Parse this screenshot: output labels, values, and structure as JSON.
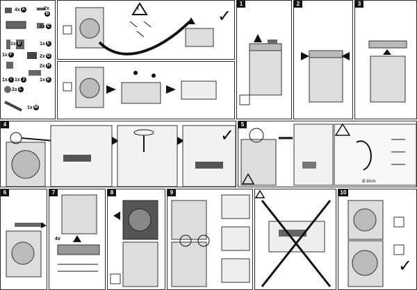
{
  "parts": [
    {
      "qty": "4x",
      "code": "A"
    },
    {
      "qty": "2x",
      "code": "B"
    },
    {
      "qty": "1x",
      "code": "C"
    },
    {
      "qty": "1x",
      "code": "D"
    },
    {
      "qty": "1x",
      "code": "E"
    },
    {
      "qty": "1x",
      "code": "F"
    },
    {
      "qty": "2x",
      "code": "G"
    },
    {
      "qty": "2x",
      "code": "H"
    },
    {
      "qty": "1x",
      "code": "I"
    },
    {
      "qty": "1x",
      "code": "J"
    },
    {
      "qty": "1x",
      "code": "K"
    },
    {
      "qty": "2x",
      "code": "L"
    },
    {
      "qty": "1x",
      "code": "M"
    }
  ],
  "steps": [
    "1",
    "2",
    "3",
    "4",
    "5",
    "6",
    "7",
    "8",
    "9",
    "10"
  ],
  "warning_glyph": "!",
  "check_glyph": "✓",
  "measurement": "Ø 8mm",
  "qty_4x": "4x",
  "callouts": {
    "a": "A",
    "b": "B",
    "c": "C",
    "d": "D",
    "e": "E",
    "f": "F",
    "g": "G"
  }
}
